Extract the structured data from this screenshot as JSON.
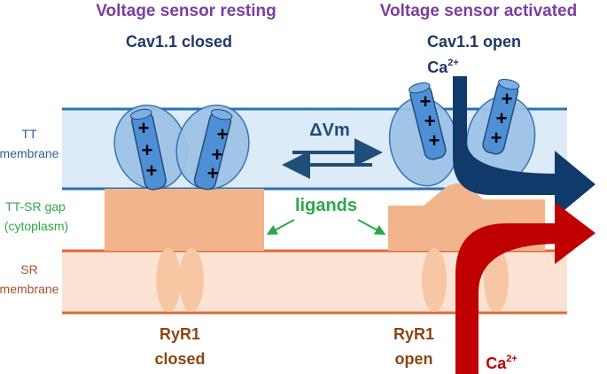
{
  "headings": {
    "left_state": "Voltage sensor resting",
    "left_channel": "Cav1.1 closed",
    "right_state": "Voltage sensor activated",
    "right_channel": "Cav1.1 open"
  },
  "labels": {
    "tt_membrane_line1": "TT",
    "tt_membrane_line2": "membrane",
    "gap_line1": "TT-SR gap",
    "gap_line2": "(cytoplasm)",
    "sr_membrane_line1": "SR",
    "sr_membrane_line2": "membrane",
    "delta_vm": "ΔVm",
    "ligands": "ligands",
    "ryr_left_line1": "RyR1",
    "ryr_left_line2": "closed",
    "ryr_right_line1": "RyR1",
    "ryr_right_line2": "open",
    "ca_top_base": "Ca",
    "ca_top_charge": "2+",
    "ca_bottom_base": "Ca",
    "ca_bottom_charge": "2+",
    "plus_sign": "+"
  },
  "colors": {
    "heading_purple": "#7b3f9e",
    "heading_navy": "#1f3864",
    "tt_label": "#2e5d9f",
    "gap_label": "#2ca84c",
    "sr_label": "#a0522d",
    "ryr_label": "#8b4513",
    "ca_red": "#c00000",
    "tt_band": "#dcebf7",
    "tt_line": "#2f6fb3",
    "sr_band": "#fbe3d3",
    "sr_line": "#e0693a",
    "gap_block": "#f2b48a",
    "sensor_fill": "#9dc3e6",
    "rod_fill": "#4f8fd6",
    "navy_arrow": "#0f3a6b",
    "ligand_green": "#2ca84c"
  }
}
